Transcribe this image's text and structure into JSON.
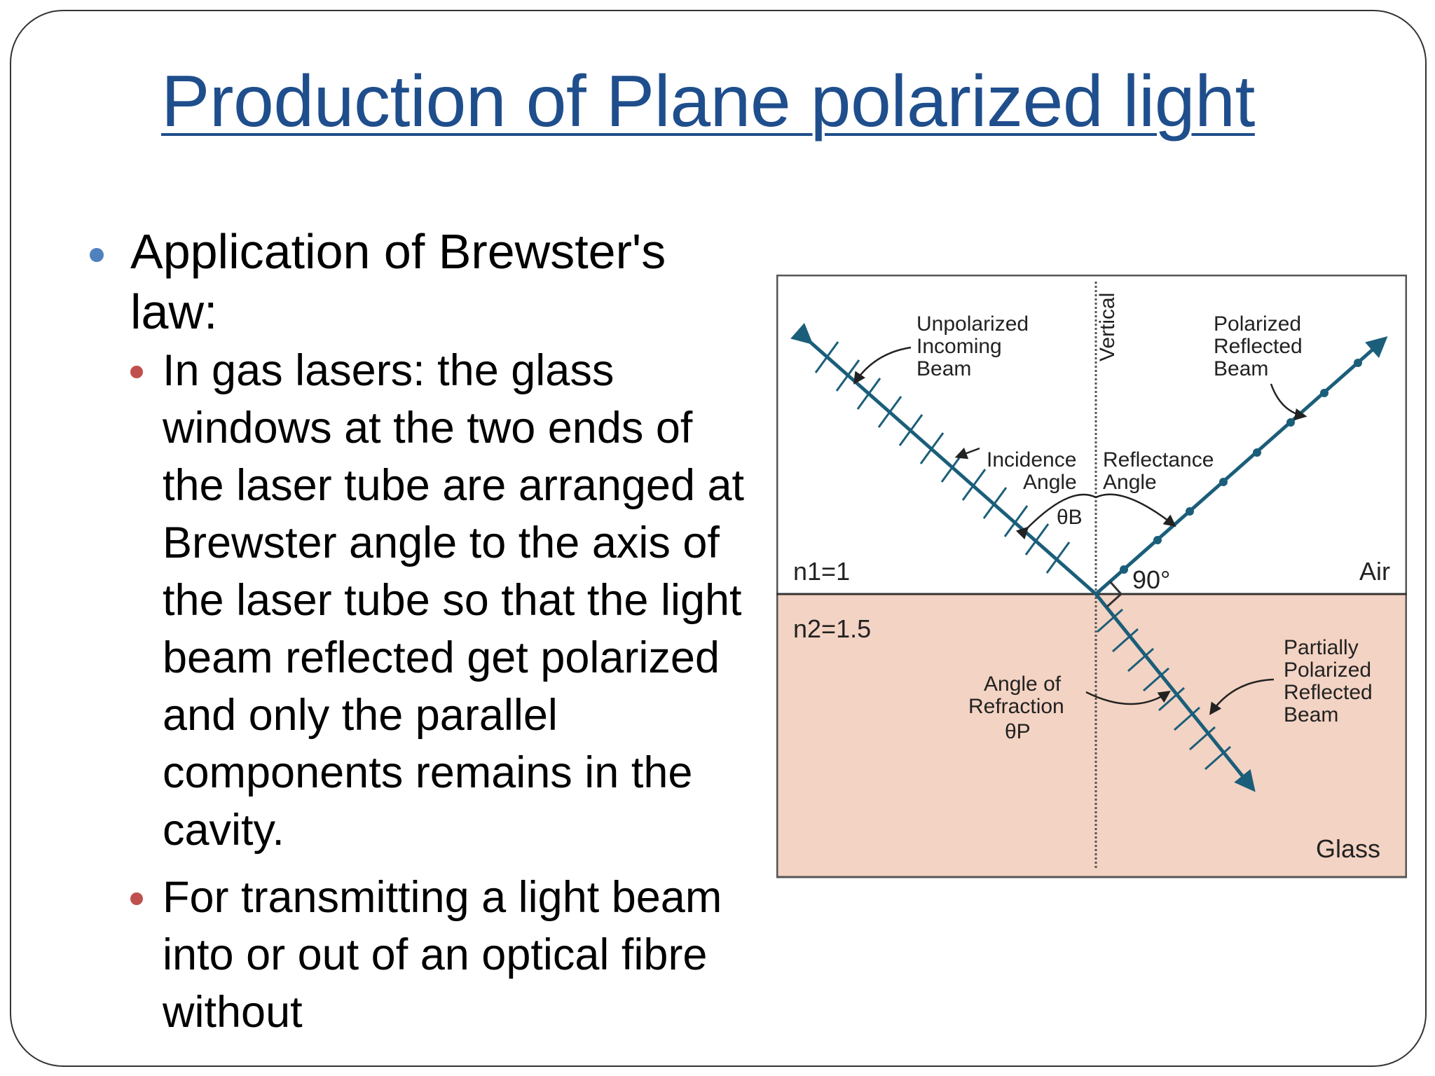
{
  "slide": {
    "title": "Production of Plane polarized light",
    "bullets": [
      {
        "text": "Application of Brewster's law:",
        "sub_bullets": [
          "In gas lasers: the glass windows at the two ends of the laser tube are arranged at Brewster angle to the axis of the laser tube  so that the light beam reflected get polarized and only the parallel components remains in the cavity.",
          "For transmitting a light beam into or out of an optical fibre without"
        ]
      }
    ]
  },
  "diagram": {
    "labels": {
      "unpolarized": [
        "Unpolarized",
        "Incoming",
        "Beam"
      ],
      "vertical": "Vertical",
      "polarized": [
        "Polarized",
        "Reflected",
        "Beam"
      ],
      "incidence": [
        "Incidence",
        "Angle"
      ],
      "reflectance": [
        "Reflectance",
        "Angle"
      ],
      "theta_b": "θB",
      "n1": "n1=1",
      "angle_90": "90°",
      "air": "Air",
      "n2": "n2=1.5",
      "partial": [
        "Partially",
        "Polarized",
        "Reflected",
        "Beam"
      ],
      "refraction": [
        "Angle of",
        "Refraction"
      ],
      "theta_p": "θP",
      "glass": "Glass"
    },
    "colors": {
      "beam": "#1b5e7a",
      "glass_fill": "#f3d3c3",
      "border": "#555555"
    }
  }
}
